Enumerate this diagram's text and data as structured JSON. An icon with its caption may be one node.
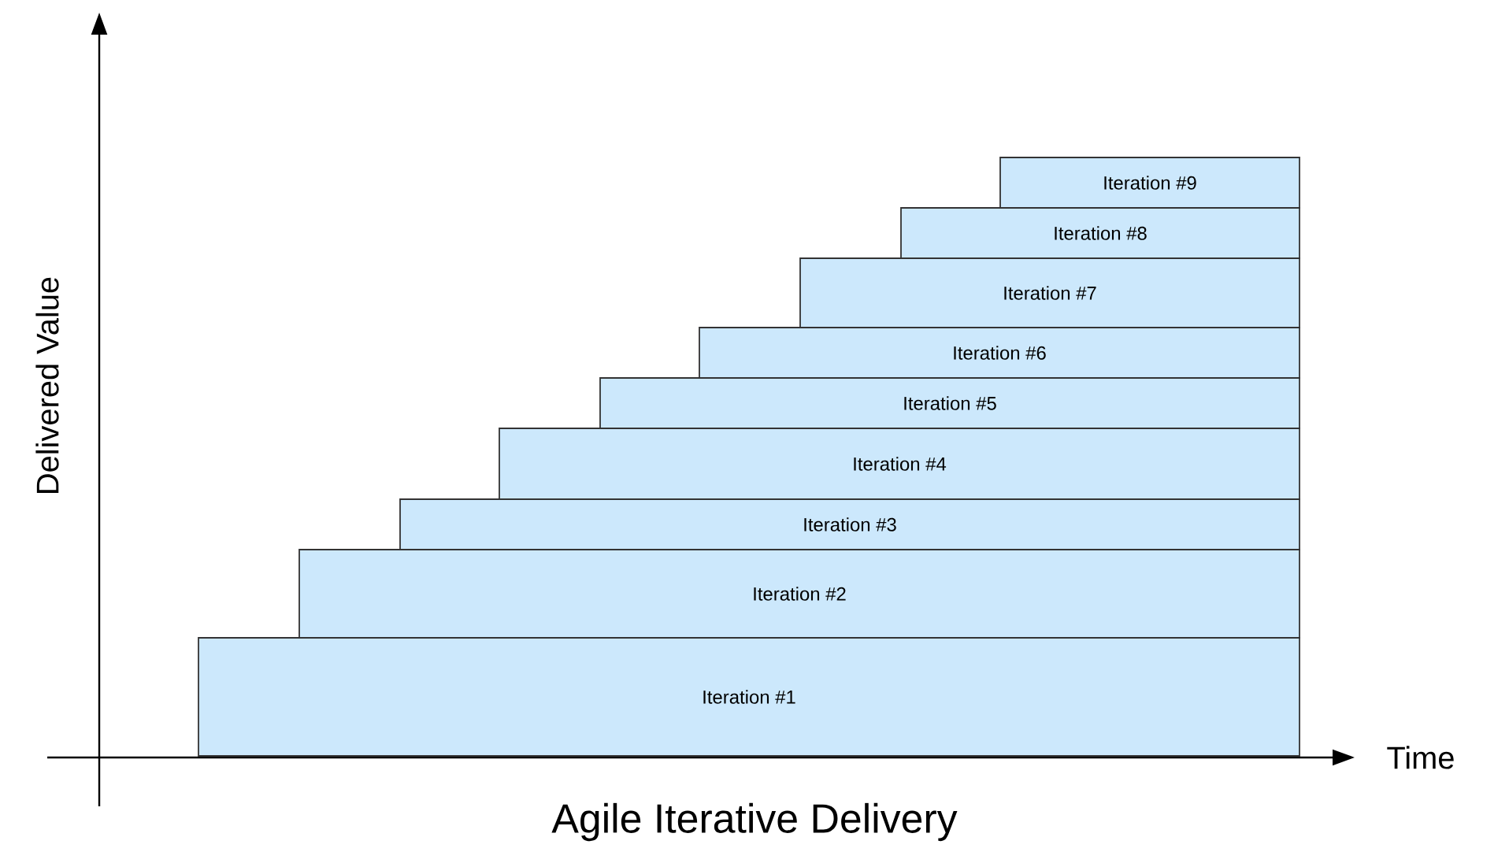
{
  "diagram": {
    "caption": "Agile Iterative Delivery",
    "nodes": [
      {
        "text": [
          "Iteration #1"
        ]
      },
      {
        "text": [
          "Iteration #2"
        ]
      },
      {
        "text": [
          "Iteration #3"
        ]
      },
      {
        "text": [
          "Iteration #4"
        ]
      },
      {
        "text": [
          "Iteration #5"
        ]
      },
      {
        "text": [
          "Iteration #6"
        ]
      },
      {
        "text": [
          "Iteration #7"
        ]
      },
      {
        "text": [
          "Iteration #8"
        ]
      },
      {
        "text": [
          "Iteration #9"
        ]
      }
    ],
    "labels": [
      "Delivered Value",
      "Time"
    ]
  }
}
